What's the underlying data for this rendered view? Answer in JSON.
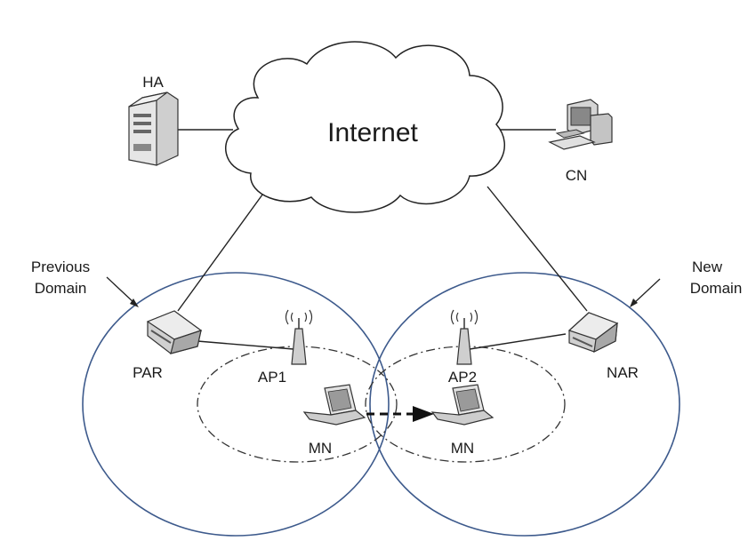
{
  "labels": {
    "internet": "Internet",
    "ha": "HA",
    "cn": "CN",
    "previous_domain_line1": "Previous",
    "previous_domain_line2": "Domain",
    "new_domain_line1": "New",
    "new_domain_line2": "Domain",
    "par": "PAR",
    "nar": "NAR",
    "ap1": "AP1",
    "ap2": "AP2",
    "mn_old": "MN",
    "mn_new": "MN"
  },
  "colors": {
    "domain_circle": "#3d5a8c",
    "line": "#222222",
    "device_fill": "#d8d8d8",
    "device_dark": "#555555"
  }
}
